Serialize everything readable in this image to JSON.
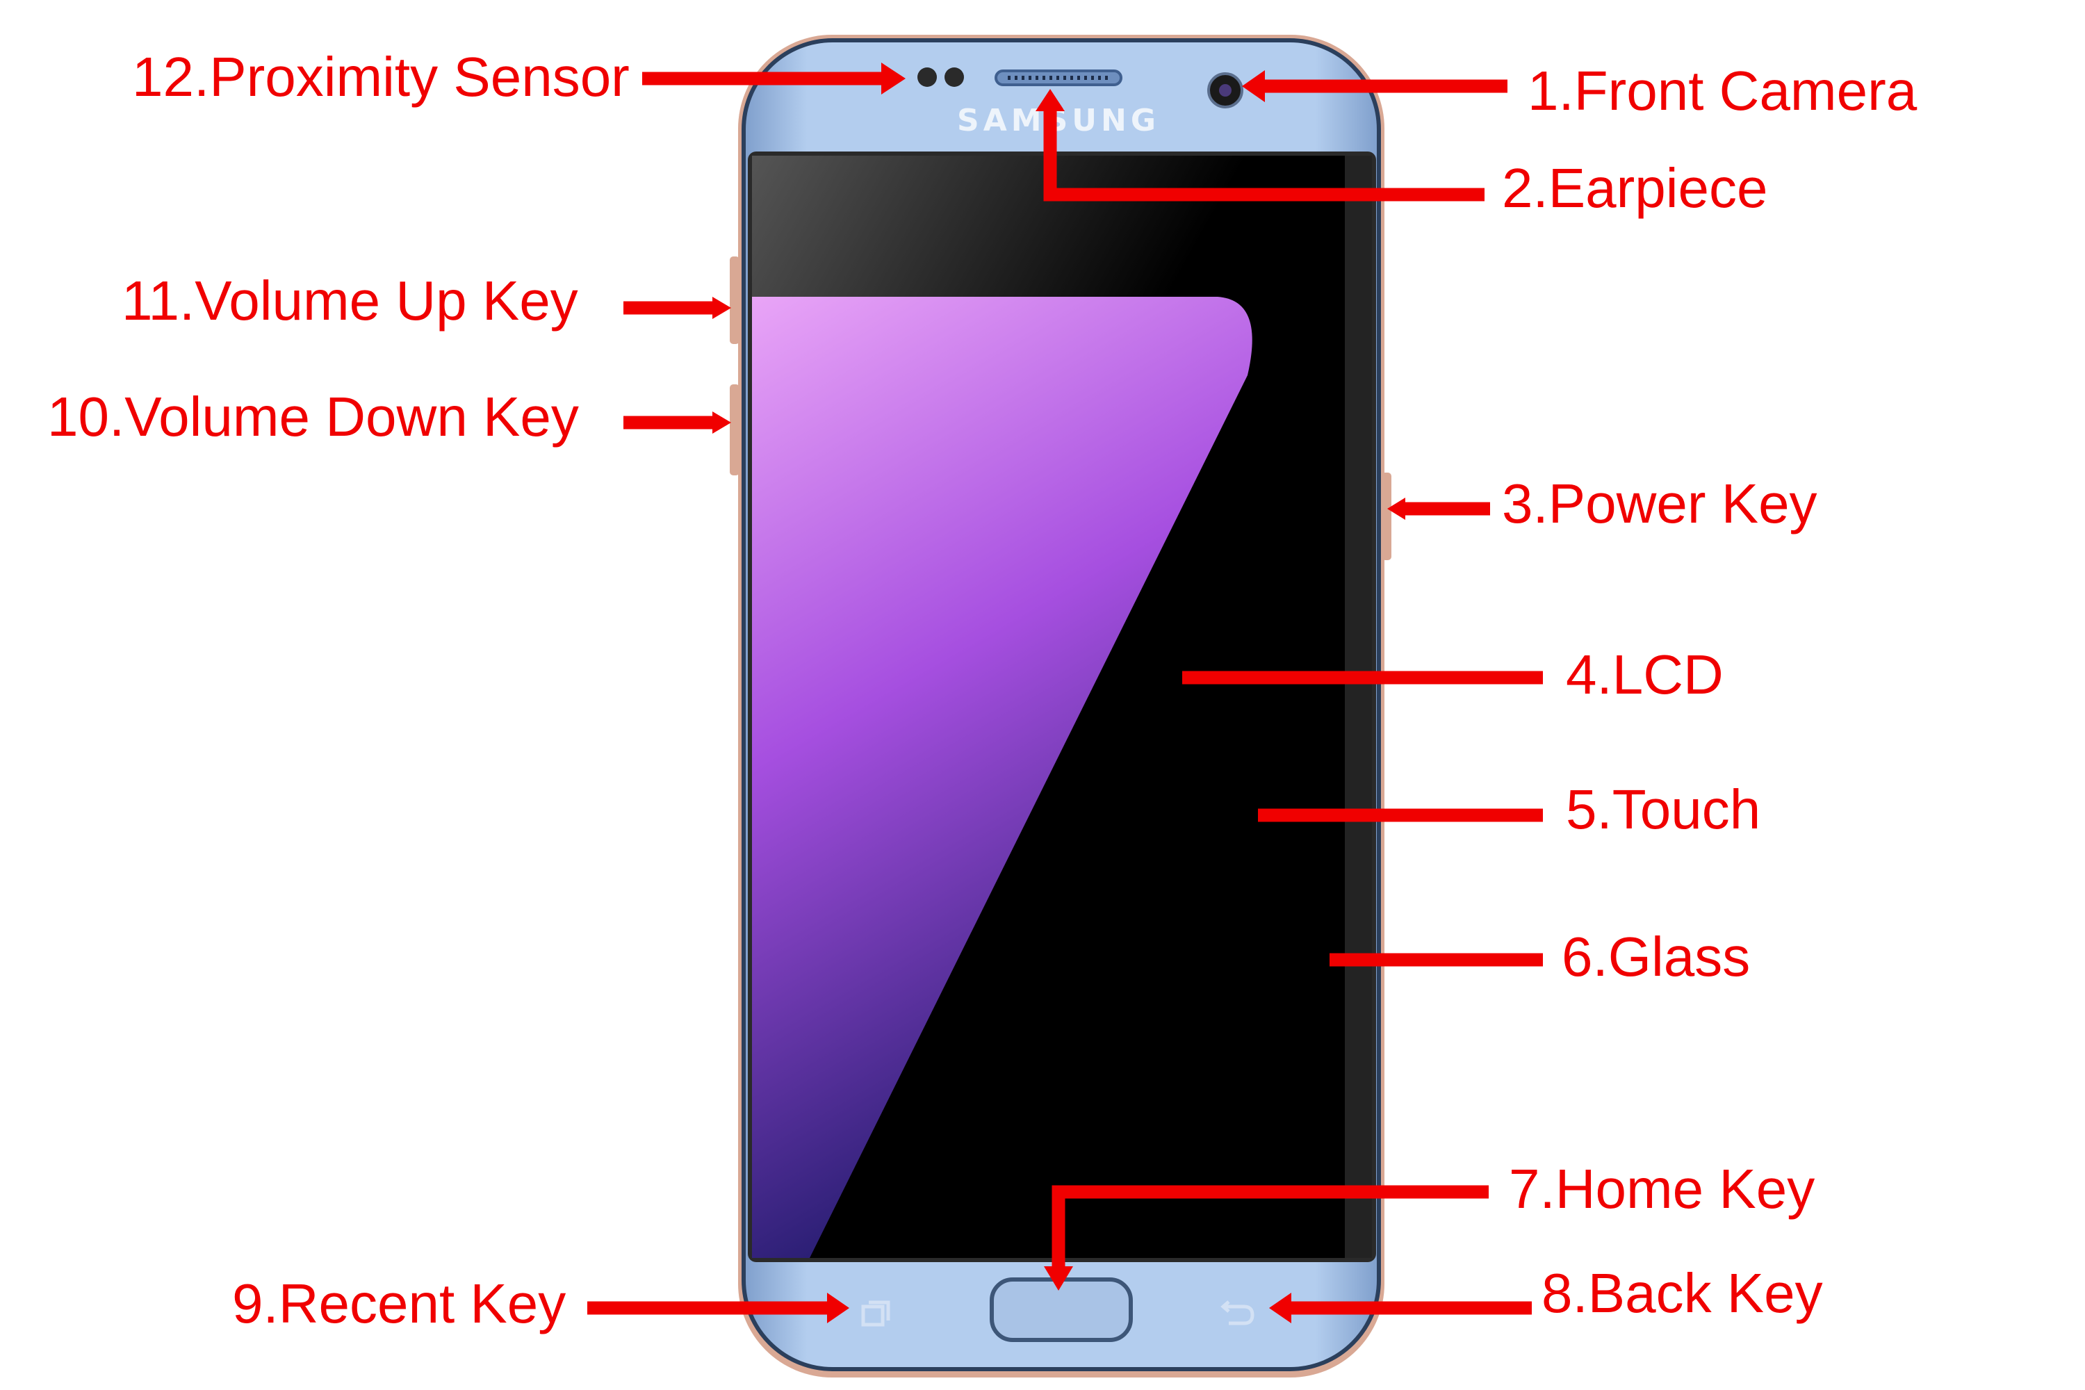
{
  "diagram": {
    "phone_brand": "SAMSUNG",
    "labels": [
      {
        "id": 1,
        "text": "1.Front Camera"
      },
      {
        "id": 2,
        "text": "2.Earpiece"
      },
      {
        "id": 3,
        "text": "3.Power Key"
      },
      {
        "id": 4,
        "text": "4.LCD"
      },
      {
        "id": 5,
        "text": "5.Touch"
      },
      {
        "id": 6,
        "text": "6.Glass"
      },
      {
        "id": 7,
        "text": "7.Home Key"
      },
      {
        "id": 8,
        "text": "8.Back Key"
      },
      {
        "id": 9,
        "text": "9.Recent Key"
      },
      {
        "id": 10,
        "text": "10.Volume Down Key"
      },
      {
        "id": 11,
        "text": "11.Volume Up Key"
      },
      {
        "id": 12,
        "text": "12.Proximity Sensor"
      }
    ],
    "colors": {
      "annotation": "#f00000",
      "phone_body": "#a9c6ea",
      "frame": "#d9a894",
      "screen": "#000000",
      "wallpaper_top": "#e9a5f7",
      "wallpaper_bottom": "#1f1a6a"
    }
  }
}
